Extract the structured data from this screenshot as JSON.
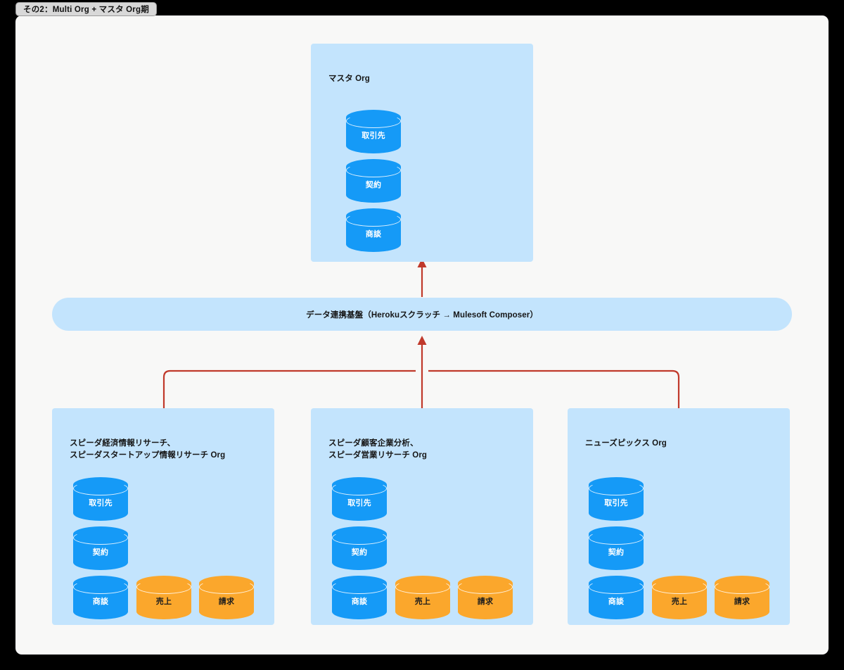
{
  "window": {
    "tab_title": "その2：Multi Org + マスタ Org期"
  },
  "diagram": {
    "accent_blue_box": "#c3e4fd",
    "accent_blue_cylinder": "#159af7",
    "accent_orange_cylinder": "#fba72c",
    "accent_connector": "#c0392b",
    "canvas_background": "#f8f8f7"
  },
  "master_org": {
    "title": "マスタ Org",
    "objects": [
      {
        "label": "取引先",
        "color": "blue"
      },
      {
        "label": "契約",
        "color": "blue"
      },
      {
        "label": "商談",
        "color": "blue"
      }
    ]
  },
  "integration_layer": {
    "label": "データ連携基盤（Herokuスクラッチ → Mulesoft Composer）"
  },
  "source_orgs": [
    {
      "title": "スピーダ経済情報リサーチ、\nスピーダスタートアップ情報リサーチ Org",
      "objects": [
        {
          "label": "取引先",
          "color": "blue"
        },
        {
          "label": "契約",
          "color": "blue"
        },
        {
          "label": "商談",
          "color": "blue"
        },
        {
          "label": "売上",
          "color": "orange"
        },
        {
          "label": "請求",
          "color": "orange"
        }
      ]
    },
    {
      "title": "スピーダ顧客企業分析、\nスピーダ営業リサーチ Org",
      "objects": [
        {
          "label": "取引先",
          "color": "blue"
        },
        {
          "label": "契約",
          "color": "blue"
        },
        {
          "label": "商談",
          "color": "blue"
        },
        {
          "label": "売上",
          "color": "orange"
        },
        {
          "label": "請求",
          "color": "orange"
        }
      ]
    },
    {
      "title": "ニューズピックス Org",
      "objects": [
        {
          "label": "取引先",
          "color": "blue"
        },
        {
          "label": "契約",
          "color": "blue"
        },
        {
          "label": "商談",
          "color": "blue"
        },
        {
          "label": "売上",
          "color": "orange"
        },
        {
          "label": "請求",
          "color": "orange"
        }
      ]
    }
  ]
}
